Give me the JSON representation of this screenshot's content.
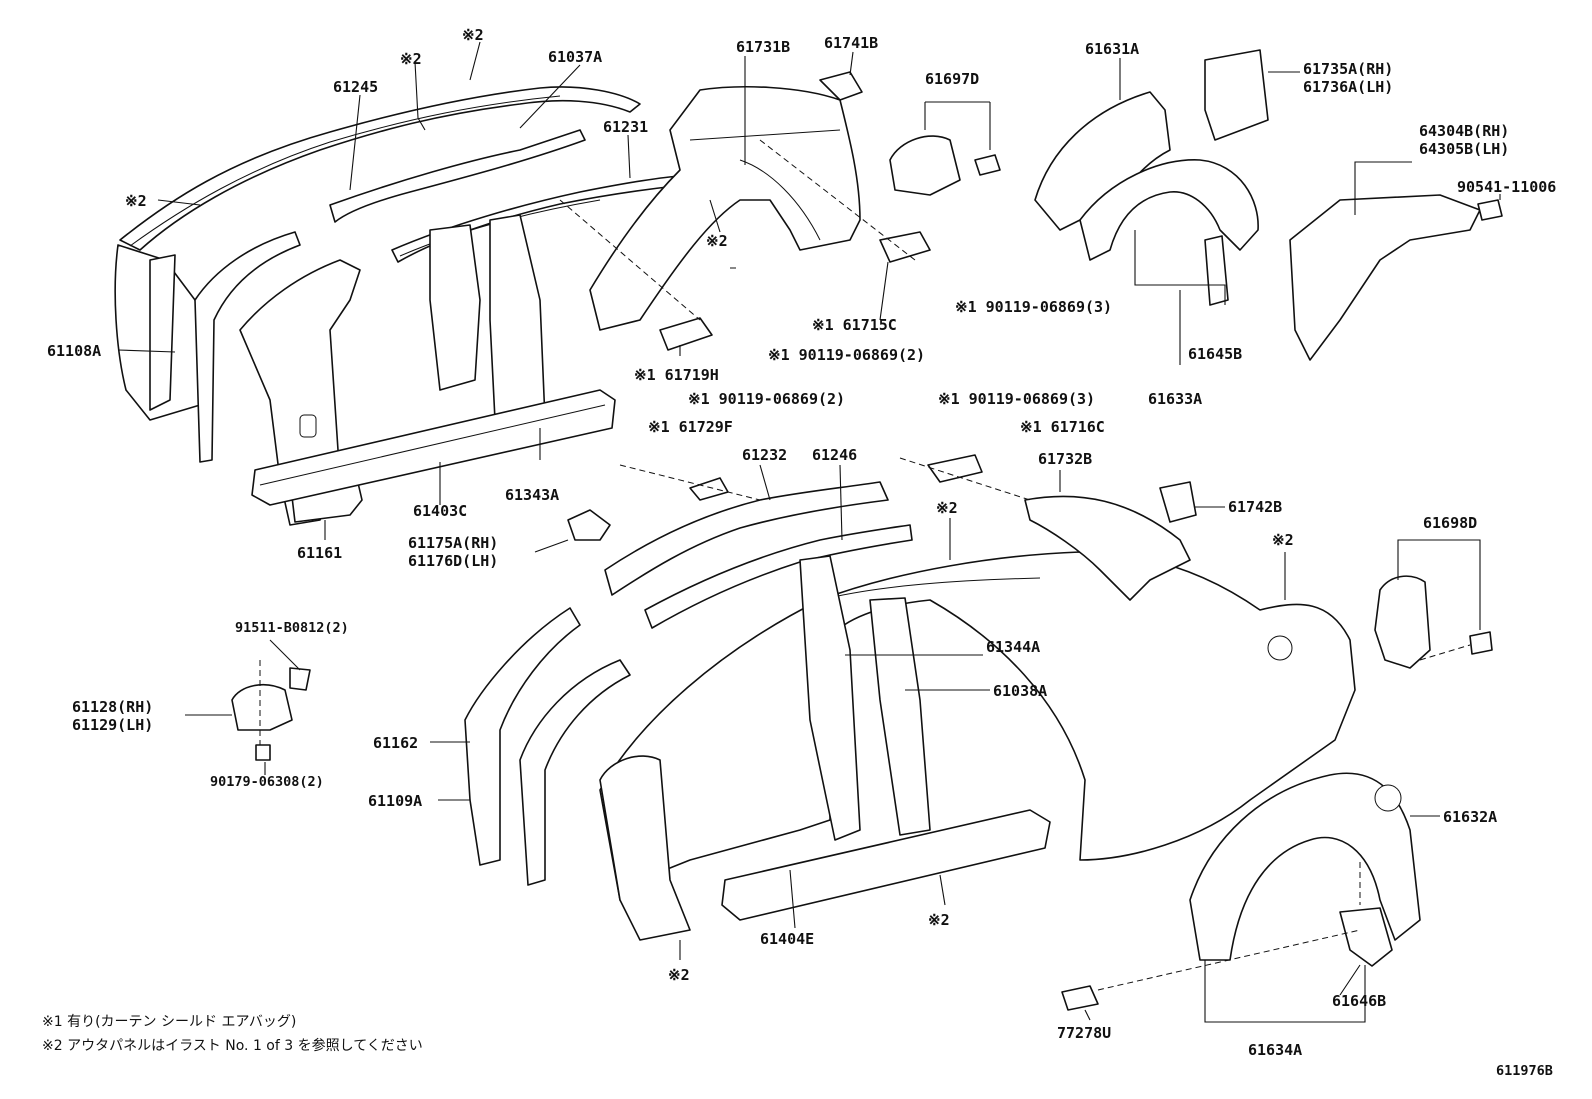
{
  "diagram_id": "611976B",
  "notes": {
    "note1": "※1  有り(カーテン  シールド  エアバッグ)",
    "note2": "※2  アウタパネルはイラスト  No. 1 of 3 を参照してください"
  },
  "labels": {
    "l61245": "61245",
    "l61037A": "61037A",
    "l61231": "61231",
    "l61731B": "61731B",
    "l61741B": "61741B",
    "l61697D": "61697D",
    "l61631A": "61631A",
    "l61735A": "61735A(RH)",
    "l61736A": "61736A(LH)",
    "l64304B": "64304B(RH)",
    "l64305B": "64305B(LH)",
    "l90541": "90541-11006",
    "l61108A": "61108A",
    "l61715C": "※1 61715C",
    "l90119_3a": "※1 90119-06869(3)",
    "l90119_2a": "※1 90119-06869(2)",
    "l61719H": "※1 61719H",
    "l61645B": "61645B",
    "l61633A": "61633A",
    "l90119_2b": "※1 90119-06869(2)",
    "l90119_3b": "※1 90119-06869(3)",
    "l61729F": "※1 61729F",
    "l61716C": "※1 61716C",
    "l61232": "61232",
    "l61246": "61246",
    "l61732B": "61732B",
    "l61742B": "61742B",
    "l61403C": "61403C",
    "l61343A": "61343A",
    "l61161": "61161",
    "l61175A": "61175A(RH)",
    "l61176D": "61176D(LH)",
    "l61698D": "61698D",
    "l91511": "91511-B0812(2)",
    "l61128": "61128(RH)",
    "l61129": "61129(LH)",
    "l61344A": "61344A",
    "l61038A": "61038A",
    "l61162": "61162",
    "l61109A": "61109A",
    "l90179": "90179-06308(2)",
    "l61632A": "61632A",
    "l61404E": "61404E",
    "l61646B": "61646B",
    "l77278U": "77278U",
    "l61634A": "61634A",
    "k2": "※2",
    "k2_plain": "※2"
  }
}
